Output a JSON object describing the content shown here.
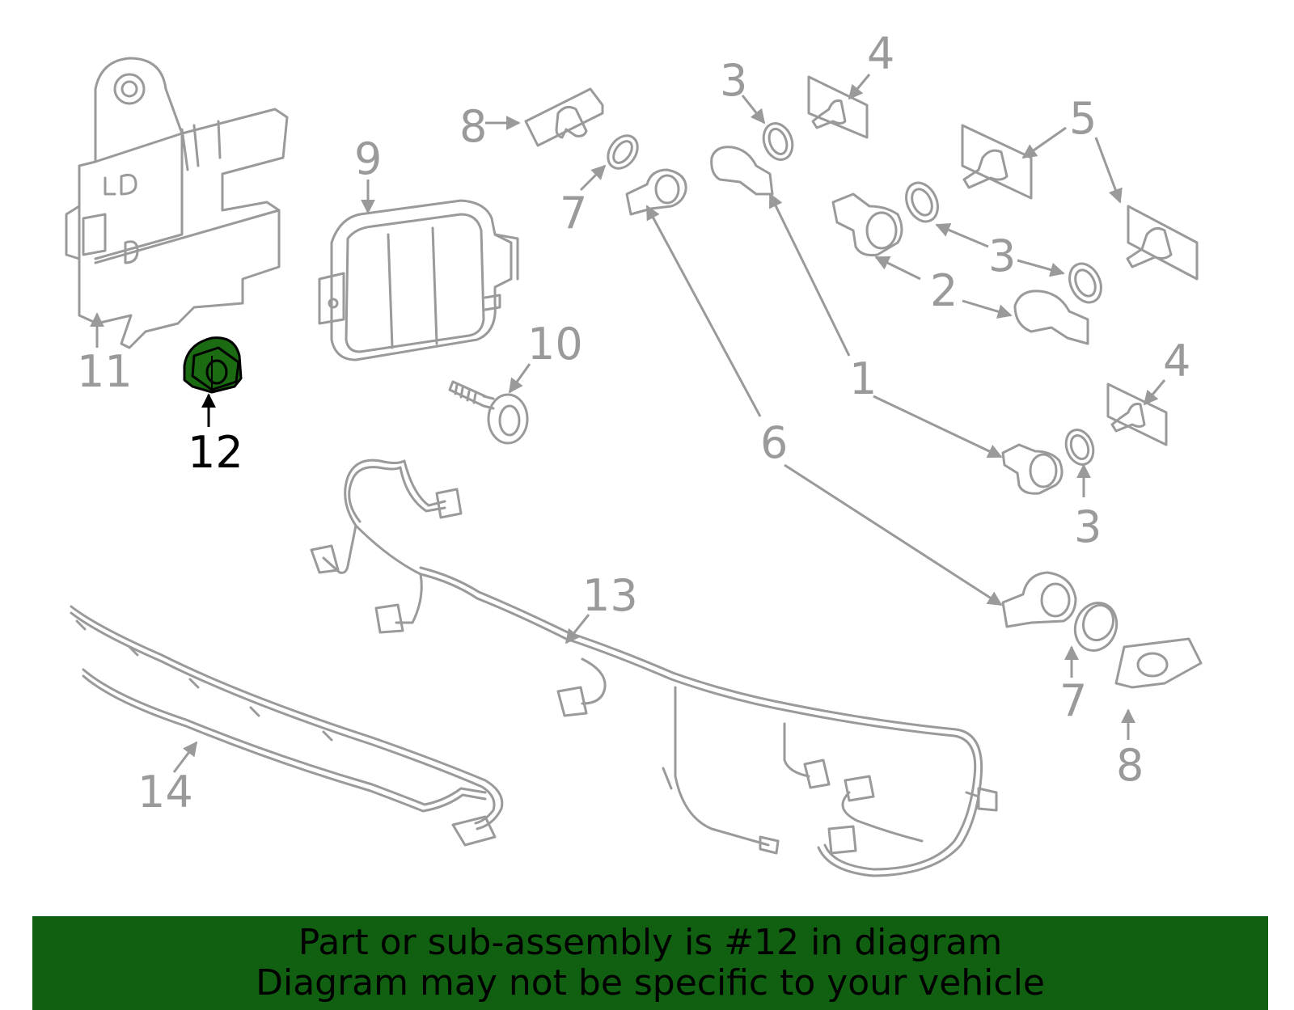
{
  "diagram": {
    "highlight_part": "12",
    "colors": {
      "line": "#9a9a9a",
      "highlight_fill": "#1b6b12",
      "banner": "#116011",
      "highlight_text": "#000000"
    },
    "labels": {
      "l1": "1",
      "l2": "2",
      "l3a": "3",
      "l3b": "3",
      "l3c": "3",
      "l4a": "4",
      "l4b": "4",
      "l5": "5",
      "l6": "6",
      "l7a": "7",
      "l7b": "7",
      "l8a": "8",
      "l8b": "8",
      "l9": "9",
      "l10": "10",
      "l11": "11",
      "l12": "12",
      "l13": "13",
      "l14": "14"
    }
  },
  "banner": {
    "line1": "Part or sub-assembly is #12 in diagram",
    "line2": "Diagram may not be specific to your vehicle"
  }
}
